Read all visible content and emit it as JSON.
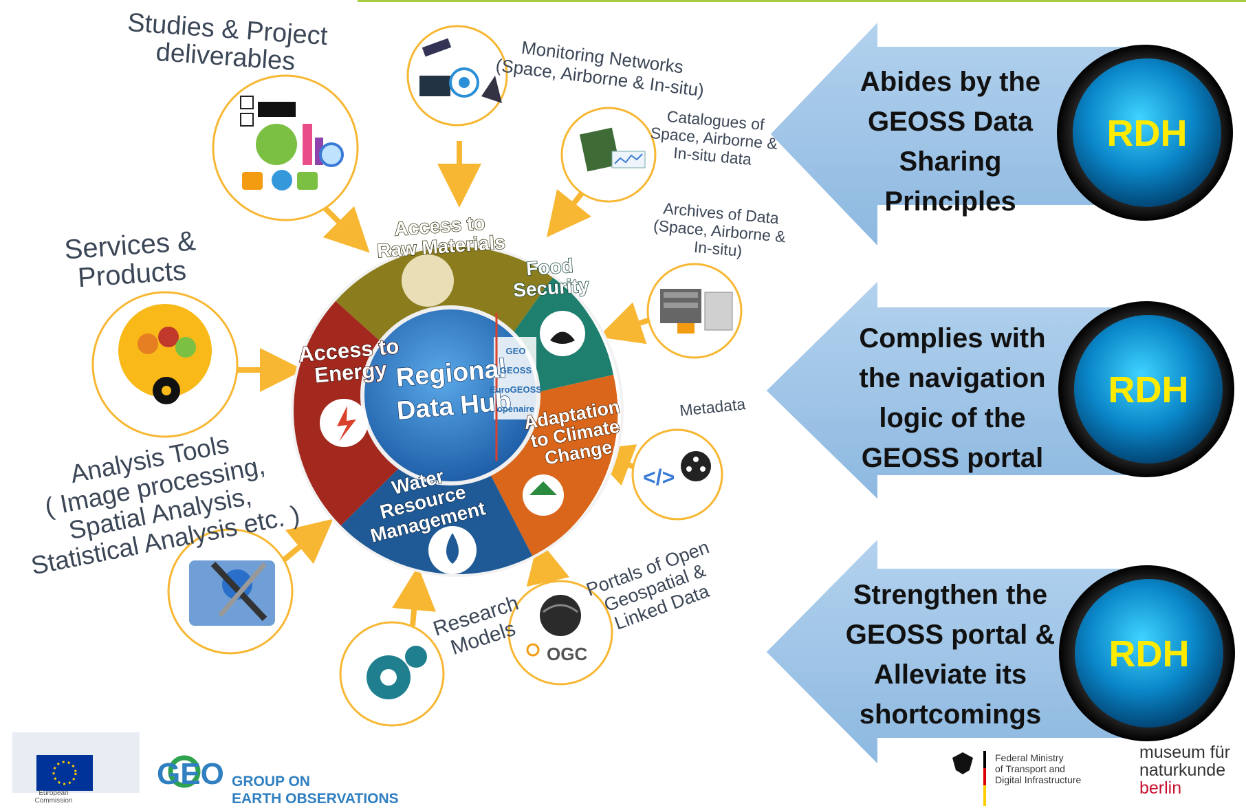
{
  "left": {
    "corners": {
      "studies": [
        "Studies & Project",
        "deliverables"
      ],
      "services": [
        "Services &",
        "Products"
      ],
      "analysis": [
        "Analysis Tools",
        "( Image processing,",
        "Spatial Analysis,",
        "Statistical Analysis etc. )"
      ]
    },
    "sources": {
      "monitoring": [
        "Monitoring Networks",
        "(Space, Airborne & In-situ)"
      ],
      "catalogues": [
        "Catalogues of",
        "Space, Airborne &",
        "In-situ data"
      ],
      "archives": [
        "Archives of Data",
        "(Space, Airborne &",
        "In-situ)"
      ],
      "metadata": [
        "Metadata"
      ],
      "portals": [
        "Portals of Open",
        "Geospatial &",
        "Linked Data"
      ],
      "research": [
        "Research",
        "Models"
      ]
    },
    "wheel": {
      "raw": [
        "Access to",
        "Raw Materials"
      ],
      "food": [
        "Food",
        "Security"
      ],
      "adapt": [
        "Adaptation",
        "to Climate",
        "Change"
      ],
      "water": [
        "Water",
        "Resource",
        "Management"
      ],
      "energy": [
        "Access to",
        "Energy"
      ],
      "hub": [
        "Regional",
        "Data Hub"
      ],
      "hub_logos": [
        "GEO",
        "GEOSS",
        "EuroGEOSS",
        "openaire"
      ]
    }
  },
  "arrows": [
    {
      "lines": [
        "Abides by the",
        "GEOSS Data",
        "Sharing",
        "Principles"
      ],
      "badge": "RDH"
    },
    {
      "lines": [
        "Complies with",
        "the navigation",
        "logic of the",
        "GEOSS portal"
      ],
      "badge": "RDH"
    },
    {
      "lines": [
        "Strengthen  the",
        "GEOSS portal &",
        "Alleviate its",
        "shortcomings"
      ],
      "badge": "RDH"
    }
  ],
  "logos": {
    "ec": [
      "European",
      "Commission"
    ],
    "geo_mark": "GEO",
    "geo_text": [
      "GROUP ON",
      "EARTH OBSERVATIONS"
    ],
    "ministry": [
      "Federal Ministry",
      "of Transport and",
      "Digital Infrastructure"
    ],
    "museum": [
      "museum für",
      "naturkunde",
      "berlin"
    ]
  },
  "colors": {
    "arrow_fill": "#9dc3e6",
    "badge_text": "#ffeb00",
    "orange": "#f5a623",
    "wheel_olive": "#8b7d1e",
    "wheel_teal": "#1f7f6e",
    "wheel_orange": "#d9661a",
    "wheel_blue": "#1f5a97",
    "wheel_red": "#a3291f",
    "hub_blue": "#3d8ad1"
  }
}
